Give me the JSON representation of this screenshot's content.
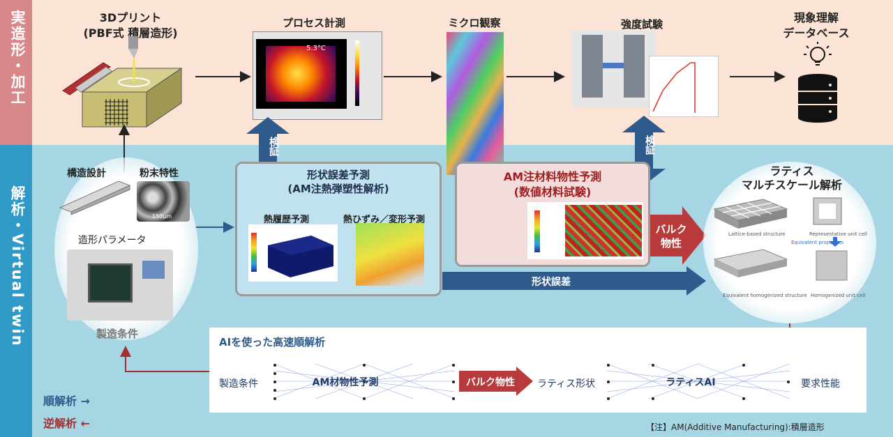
{
  "side": {
    "top": "実造形・加工",
    "bottom": "解析・Virtual twin"
  },
  "top_row": {
    "print_title": "3Dプリント",
    "print_sub": "(PBF式 積層造形)",
    "process": "プロセス計測",
    "micro": "ミクロ観察",
    "strength": "強度試験",
    "db_line1": "現象理解",
    "db_line2": "データベース",
    "thermal_readout": "5.3°C"
  },
  "left_circle": {
    "design": "構造設計",
    "powder": "粉末特性",
    "params": "造形パラメータ",
    "conditions": "製造条件",
    "scale": "150μm"
  },
  "verify": {
    "left": "検証",
    "right": "検証"
  },
  "shape_box": {
    "title1": "形状誤差予測",
    "title2": "(AM注熱弾塑性解析)",
    "sub1": "熱履歴予測",
    "sub2": "熱ひずみ／変形予測"
  },
  "mat_box": {
    "title1": "AM注材料物性予測",
    "title2": "(数値材料試験)"
  },
  "bulk_arrow": {
    "line1": "バルク",
    "line2": "物性"
  },
  "shape_error": "形状誤差",
  "lattice": {
    "title1": "ラティス",
    "title2": "マルチスケール解析",
    "c1": "Lattice-based structure",
    "c2": "Representative unit cell",
    "c3": "Equivalent properties",
    "c4": "Equivalent homogenized structure",
    "c5": "Homogenized unit cell"
  },
  "ai": {
    "title": "AIを使った高速順解析",
    "in": "製造条件",
    "nn1": "AM材物性予測",
    "bulk": "バルク物性",
    "lattice_shape": "ラティス形状",
    "nn2": "ラティスAI",
    "out": "要求性能"
  },
  "legend": {
    "forward": "順解析 →",
    "inverse": "逆解析 ←"
  },
  "note": "【注】AM(Additive Manufacturing):積層造形",
  "colors": {
    "forward": "#2e5b8c",
    "inverse": "#a33030"
  }
}
